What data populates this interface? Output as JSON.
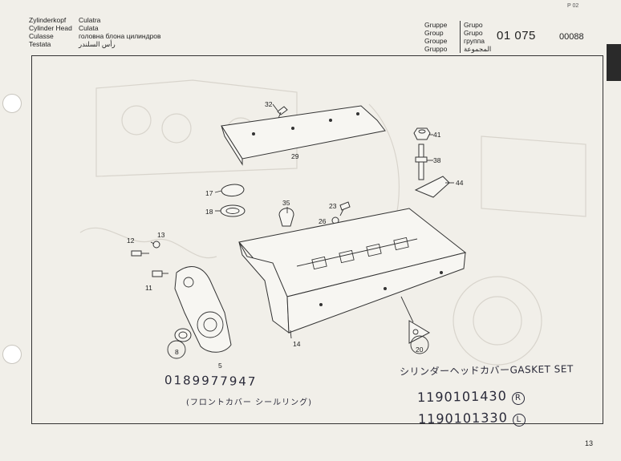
{
  "header": {
    "left_labels": [
      "Zylinderkopf",
      "Cylinder Head",
      "Culasse",
      "Testata"
    ],
    "left_translations": [
      "Culatra",
      "Culata",
      "головна блона цилиндров",
      "رأس السلندر"
    ],
    "group_labels": [
      "Gruppe",
      "Group",
      "Groupe",
      "Gruppo"
    ],
    "group_translations": [
      "Grupo",
      "Grupo",
      "группа",
      "المجموعة"
    ],
    "group_number": "01 075",
    "group_sub": "00088",
    "corner_mark": "P 02"
  },
  "diagram": {
    "part_numbers": [
      "32",
      "29",
      "41",
      "38",
      "44",
      "17",
      "18",
      "35",
      "23",
      "26",
      "12",
      "13",
      "11",
      "14",
      "8",
      "5",
      "20"
    ]
  },
  "annotations": {
    "line1": "0189977947",
    "line2": "(フロントカバー シールリング)",
    "line3": "シリンダーヘッドカバーGASKET SET",
    "line4": "1190101430",
    "line4_mark": "R",
    "line5": "1190101330",
    "line5_mark": "L"
  },
  "footer": {
    "page_number": "13"
  }
}
